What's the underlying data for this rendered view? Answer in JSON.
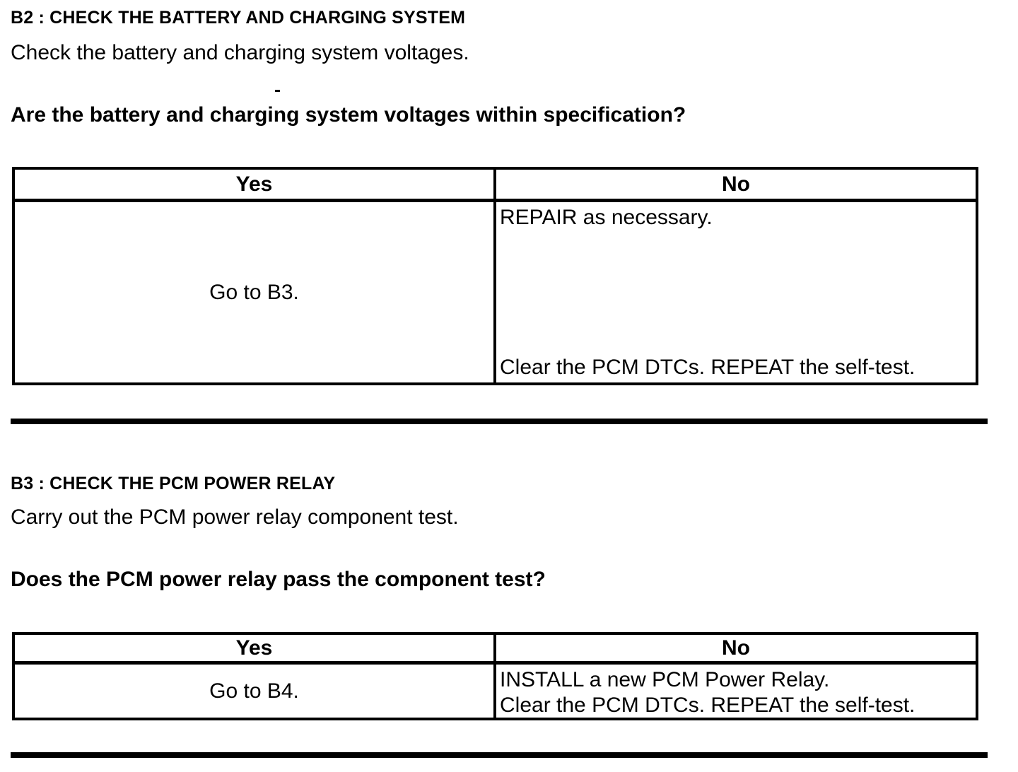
{
  "page": {
    "background_color": "#ffffff",
    "text_color": "#000000"
  },
  "sections": [
    {
      "id": "B2",
      "heading": "B2 : CHECK THE BATTERY AND CHARGING SYSTEM",
      "instruction": "Check the battery and charging system voltages.",
      "question": "Are the battery and charging system voltages within specification?",
      "table": {
        "headers": {
          "yes": "Yes",
          "no": "No"
        },
        "yes_action": "Go to B3.",
        "no_actions": [
          "REPAIR as necessary.",
          "Clear the PCM DTCs. REPEAT the self-test."
        ]
      }
    },
    {
      "id": "B3",
      "heading": "B3 : CHECK THE PCM POWER RELAY",
      "instruction": "Carry out the PCM power relay component test.",
      "question": "Does the PCM power relay pass the component test?",
      "table": {
        "headers": {
          "yes": "Yes",
          "no": "No"
        },
        "yes_action": "Go to B4.",
        "no_actions": [
          "INSTALL a new PCM Power Relay.",
          "Clear the PCM DTCs. REPEAT the self-test."
        ]
      }
    }
  ]
}
